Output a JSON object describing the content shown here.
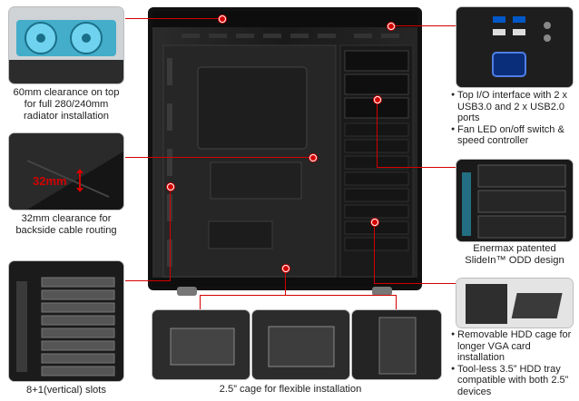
{
  "captions": {
    "top_radiator": "60mm clearance on top for full 280/240mm radiator installation",
    "backside_cable": "32mm clearance for backside cable routing",
    "measure_label": "32mm",
    "slots": "8+1(vertical) slots",
    "cage": "2.5” cage for flexible installation",
    "odd_design": "Enermax patented SlideIn™ ODD design"
  },
  "io_features": [
    "Top I/O interface with 2 x USB3.0 and 2 x USB2.0 ports",
    "Fan LED on/off switch & speed controller"
  ],
  "hdd_features": [
    "Removable HDD cage for longer VGA card installation",
    "Tool-less 3.5” HDD tray compatible with both 2.5” devices"
  ],
  "colors": {
    "accent": "#d40000",
    "case_body": "#1c1c1c",
    "radiator_blue": "#2aa6c8"
  }
}
